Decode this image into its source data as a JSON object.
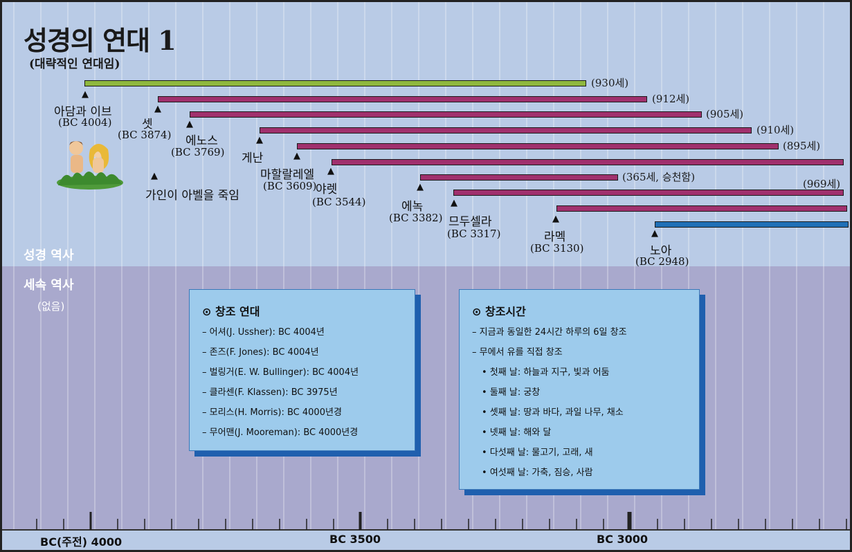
{
  "title": "성경의 연대 1",
  "subtitle": "(대략적인 연대임)",
  "bands": {
    "bible_history": "성경 역사",
    "secular_history": "세속 역사",
    "secular_none": "(없음)"
  },
  "colors": {
    "sky": "#b9cbe6",
    "lower_band": "#a9a9cd",
    "adam_bar": "#8fb83e",
    "patriarch_bar": "#a0306d",
    "noah_bar": "#1f6fb6",
    "box_fill": "#9dcbec",
    "box_shadow": "#1f5fae"
  },
  "timeline": {
    "axis_labels": [
      "BC(주전) 4000",
      "BC 3500",
      "BC 3000"
    ],
    "patriarchs": [
      {
        "name": "아담과 이브",
        "year": "(BC 4004)",
        "age": "(930세)",
        "bar_color": "adam_bar"
      },
      {
        "name": "셋",
        "year": "(BC 3874)",
        "age": "(912세)",
        "bar_color": "patriarch_bar"
      },
      {
        "name": "에노스",
        "year": "(BC 3769)",
        "age": "(905세)",
        "bar_color": "patriarch_bar"
      },
      {
        "name": "게난",
        "year": "",
        "age": "(910세)",
        "bar_color": "patriarch_bar"
      },
      {
        "name": "마할랄레엘",
        "year": "(BC 3609)",
        "age": "(895세)",
        "bar_color": "patriarch_bar"
      },
      {
        "name": "야렛",
        "year": "(BC 3544)",
        "age": "",
        "bar_color": "patriarch_bar"
      },
      {
        "name": "에녹",
        "year": "(BC 3382)",
        "age": "(365세, 승천함)",
        "bar_color": "patriarch_bar"
      },
      {
        "name": "므두셀라",
        "year": "(BC 3317)",
        "age": "(969세)",
        "bar_color": "patriarch_bar"
      },
      {
        "name": "라멕",
        "year": "(BC 3130)",
        "age": "",
        "bar_color": "patriarch_bar"
      },
      {
        "name": "노아",
        "year": "(BC 2948)",
        "age": "",
        "bar_color": "noah_bar"
      }
    ],
    "event": "가인이 아벨을 죽임"
  },
  "creation_date_box": {
    "heading": "⊙ 창조 연대",
    "items": [
      "– 어셔(J. Ussher): BC 4004년",
      "– 존즈(F. Jones): BC 4004년",
      "– 벌링거(E. W. Bullinger): BC 4004년",
      "– 클라센(F. Klassen): BC 3975년",
      "– 모리스(H. Morris): BC 4000년경",
      "– 무어맨(J. Mooreman): BC 4000년경"
    ]
  },
  "creation_time_box": {
    "heading": "⊙ 창조시간",
    "items": [
      "– 지금과 동일한 24시간 하루의 6일 창조",
      "– 무에서 유를 직접 창조",
      "• 첫째 날: 하늘과 지구, 빛과 어둠",
      "• 둘째 날: 궁창",
      "• 셋째 날: 땅과 바다, 과일 나무, 채소",
      "• 넷째 날: 해와 달",
      "• 다섯째 날: 물고기, 고래, 새",
      "• 여섯째 날: 가축, 짐승, 사람"
    ]
  }
}
